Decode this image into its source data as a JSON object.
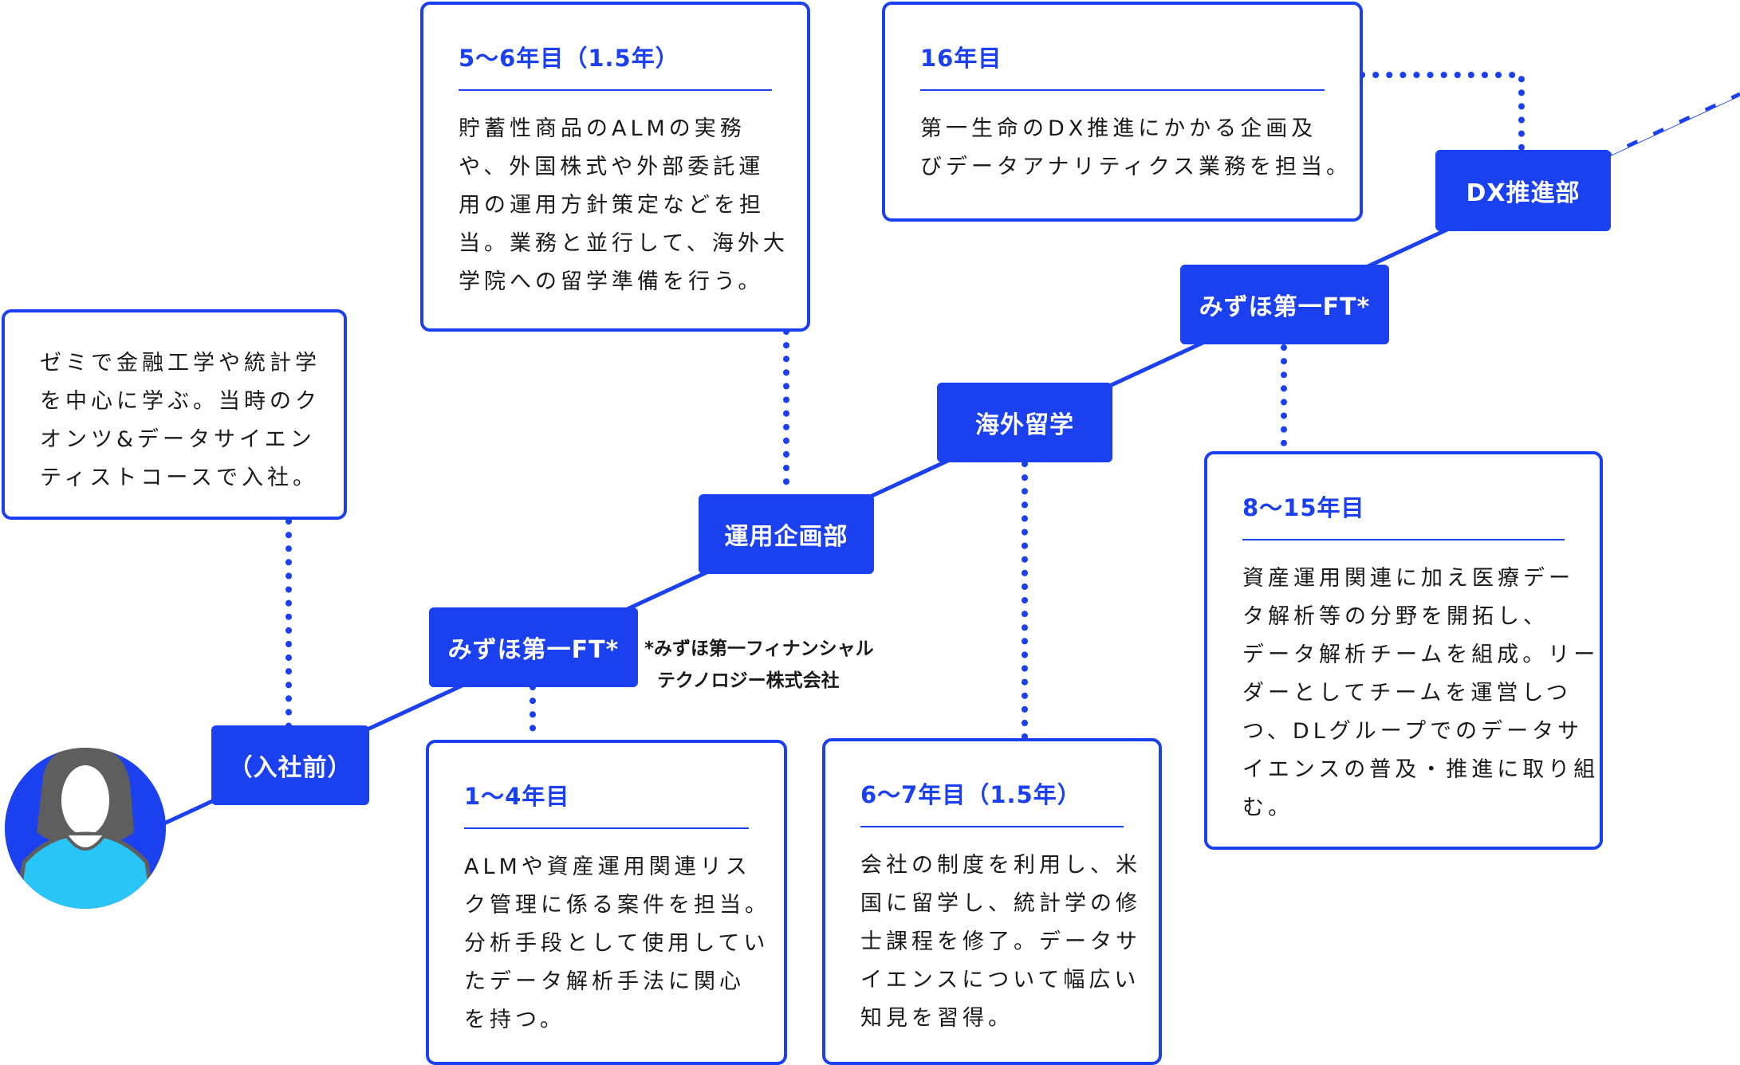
{
  "colors": {
    "accent": "#1b40f0",
    "avatar_skin": "#ffffff",
    "avatar_shirt": "#29c5f6",
    "avatar_hair": "#5e5e5e",
    "avatar_bg": "#1b40f0"
  },
  "stages": {
    "pre_join": "（入社前）",
    "mizuho_ft_1": "みずほ第一FT*",
    "unyo_kikaku": "運用企画部",
    "kaigai_ryugaku": "海外留学",
    "mizuho_ft_2": "みずほ第一FT*",
    "dx_suishin": "DX推進部"
  },
  "footnote": {
    "line1": "*みずほ第一フィナンシャル",
    "line2": "テクノロジー株式会社"
  },
  "cards": {
    "pre_join": {
      "lines": [
        "ゼミで金融工学や統計学",
        "を中心に学ぶ。当時のク",
        "オンツ&データサイエン",
        "ティストコースで入社。"
      ]
    },
    "years_1_4": {
      "title": "1〜4年目",
      "lines": [
        "ALMや資産運用関連リス",
        "ク管理に係る案件を担当。",
        "分析手段として使用してい",
        "たデータ解析手法に関心",
        "を持つ。"
      ]
    },
    "years_5_6": {
      "title": "5〜6年目（1.5年）",
      "lines": [
        "貯蓄性商品のALMの実務",
        "や、外国株式や外部委託運",
        "用の運用方針策定などを担",
        "当。業務と並行して、海外大",
        "学院への留学準備を行う。"
      ]
    },
    "years_6_7": {
      "title": "6〜7年目（1.5年）",
      "lines": [
        "会社の制度を利用し、米",
        "国に留学し、統計学の修",
        "士課程を修了。データサ",
        "イエンスについて幅広い",
        "知見を習得。"
      ]
    },
    "years_8_15": {
      "title": "8〜15年目",
      "lines": [
        "資産運用関連に加え医療デー",
        "タ解析等の分野を開拓し、",
        "データ解析チームを組成。リー",
        "ダーとしてチームを運営しつ",
        "つ、DLグループでのデータサ",
        "イエンスの普及・推進に取り組",
        "む。"
      ]
    },
    "year_16": {
      "title": "16年目",
      "lines": [
        "第一生命のDX推進にかかる企画及",
        "びデータアナリティクス業務を担当。"
      ]
    }
  }
}
